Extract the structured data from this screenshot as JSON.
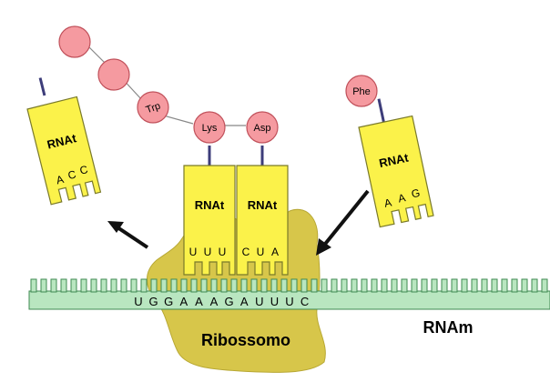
{
  "colors": {
    "trna_fill": "#fbf24a",
    "trna_stroke": "#7a7a2a",
    "amino_fill": "#f59aa0",
    "amino_stroke": "#c0505a",
    "mrna_fill": "#b9e6c0",
    "mrna_stroke": "#3f8a52",
    "ribosome_fill": "#d7c64a",
    "stem": "#3d3d7a",
    "arrow": "#111111"
  },
  "labels": {
    "trna": "RNAt",
    "ribosome": "Ribossomo",
    "mrna": "RNAm"
  },
  "mrna_sequence": "UGGAAAGAUUUC",
  "trna_left": {
    "label": "RNAt",
    "anticodon": [
      "A",
      "C",
      "C"
    ]
  },
  "trna_p": {
    "label": "RNAt",
    "anticodon": [
      "U",
      "U",
      "U"
    ],
    "amino": "Lys"
  },
  "trna_a": {
    "label": "RNAt",
    "anticodon": [
      "C",
      "U",
      "A"
    ],
    "amino": "Asp"
  },
  "trna_incoming": {
    "label": "RNAt",
    "anticodon": [
      "A",
      "A",
      "G"
    ],
    "amino": "Phe"
  },
  "peptide": [
    "",
    "",
    "Trp"
  ]
}
